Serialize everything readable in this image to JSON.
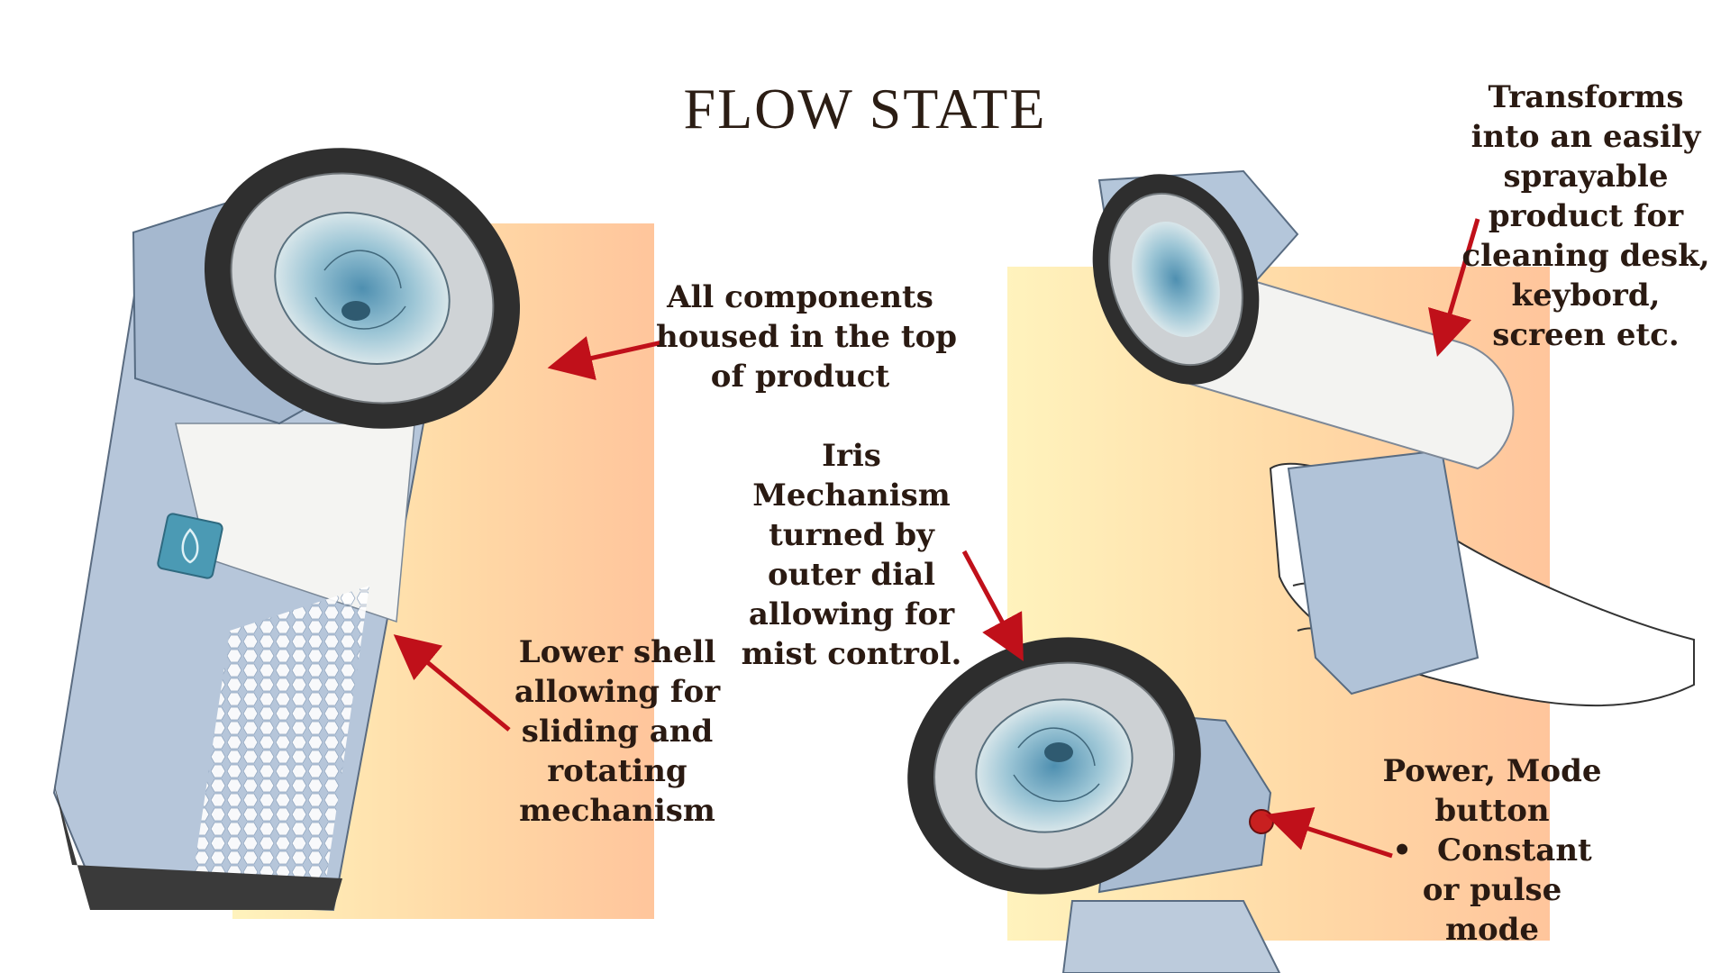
{
  "title": "FLOW STATE",
  "annotations": {
    "top_housing": [
      "All components",
      "housed in the top",
      "of product"
    ],
    "lower_shell": [
      "Lower shell",
      "allowing for",
      "sliding and",
      "rotating",
      "mechanism"
    ],
    "iris": [
      "Iris",
      "Mechanism",
      "turned by",
      "outer dial",
      "allowing for",
      "mist control."
    ],
    "transforms": [
      "Transforms",
      "into an easily",
      "sprayable",
      "product for",
      "cleaning desk,",
      "keybord,",
      "screen etc."
    ],
    "power": {
      "lines": [
        "Power, Mode",
        "button"
      ],
      "bullet_symbol": "•",
      "bullet_lines": [
        "Constant",
        "or pulse",
        "mode"
      ]
    }
  },
  "colors": {
    "arrow": "#c0101a",
    "shell": "#a9bdd6",
    "dial": "#2b2b2b",
    "power_button": "#c82020"
  },
  "icons": [
    "drop-logo-icon",
    "power-button-icon"
  ]
}
